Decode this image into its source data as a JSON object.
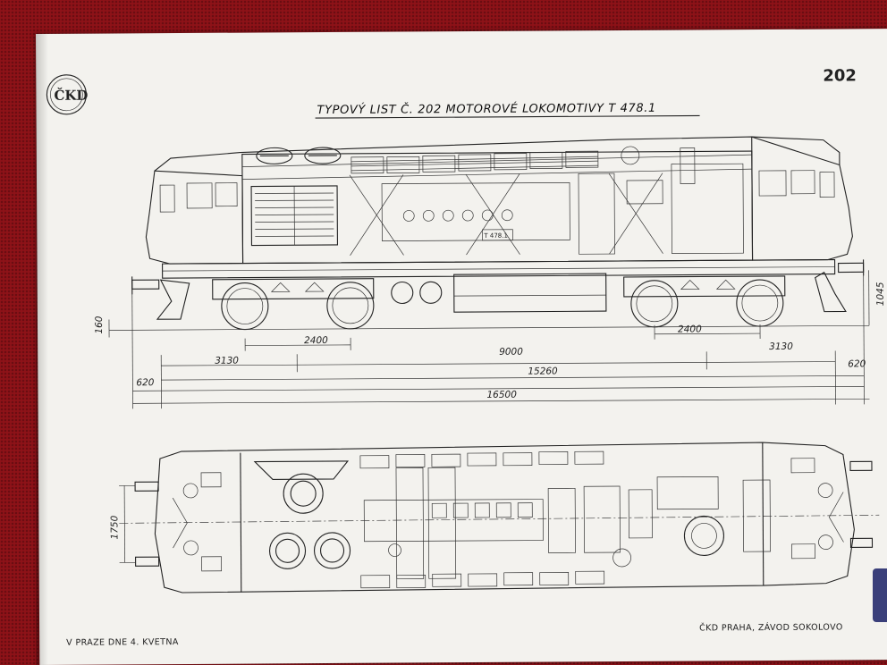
{
  "page_number": "202",
  "logo_text": "ČKD",
  "title": "TYPOVÝ LIST Č. 202 MOTOROVÉ LOKOMOTIVY  T 478.1",
  "loco_plate": "T 478.1",
  "dimensions": {
    "rail_height": "160",
    "buffer_height": "1045",
    "bogie_wheelbase_left": "2400",
    "bogie_wheelbase_right": "2400",
    "end_to_pivot_left": "3130",
    "pivot_distance": "9000",
    "end_to_pivot_right": "3130",
    "buffer_left": "620",
    "buffer_right": "620",
    "length_frame": "15260",
    "length_over_buffers": "16500",
    "buffer_spacing": "1750"
  },
  "footer": {
    "left": "V PRAZE DNE  4. KVETNA",
    "right": "ČKD PRAHA, ZÁVOD SOKOLOVO"
  }
}
